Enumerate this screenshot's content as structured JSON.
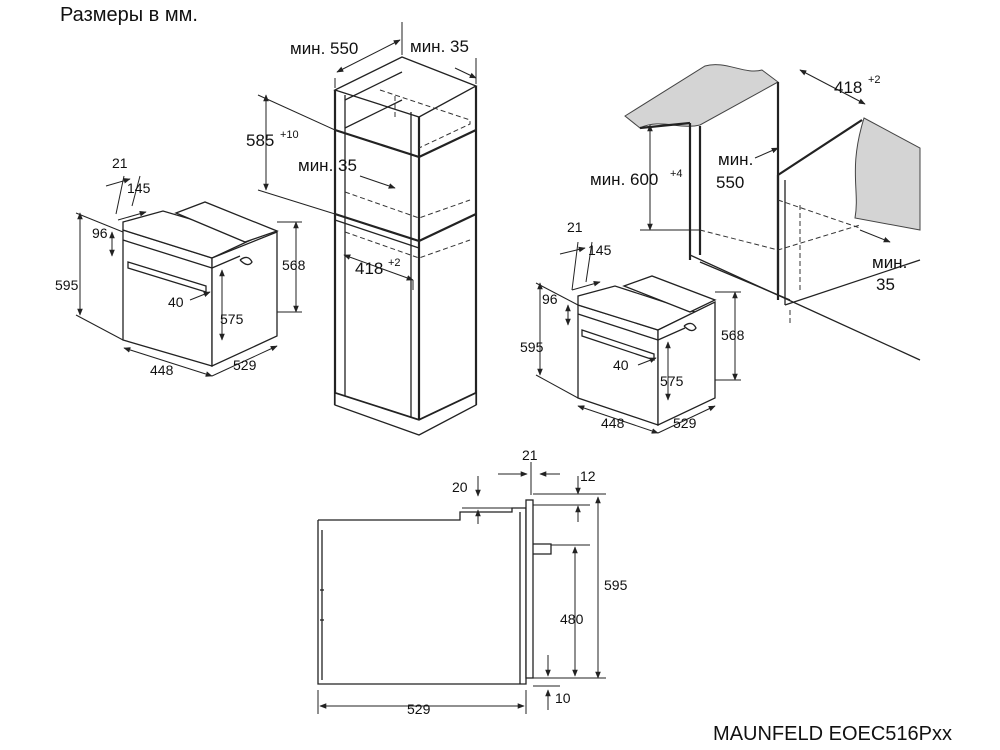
{
  "title": "Размеры в мм.",
  "footer": "MAUNFELD EOEC516Pxx",
  "oven_left": {
    "d21": "21",
    "d145": "145",
    "d96": "96",
    "d595": "595",
    "d568": "568",
    "d40": "40",
    "d575": "575",
    "d448": "448",
    "d529": "529"
  },
  "tall_cabinet": {
    "min_depth": "мин. 550",
    "min_gap_top": "мин. 35",
    "height": "585",
    "height_tol": "+10",
    "min_gap_mid": "мин. 35",
    "width": "418",
    "width_tol": "+2"
  },
  "undercounter": {
    "width": "418",
    "width_tol": "+2",
    "height": "мин. 600",
    "height_tol": "+4",
    "min_depth_label": "мин.",
    "min_depth_value": "550",
    "min_gap_label": "мин.",
    "min_gap_value": "35"
  },
  "oven_right": {
    "d21": "21",
    "d145": "145",
    "d96": "96",
    "d595": "595",
    "d568": "568",
    "d40": "40",
    "d575": "575",
    "d448": "448",
    "d529": "529"
  },
  "side_view": {
    "d21": "21",
    "d12": "12",
    "d20": "20",
    "d595": "595",
    "d480": "480",
    "d529": "529",
    "d10": "10"
  }
}
